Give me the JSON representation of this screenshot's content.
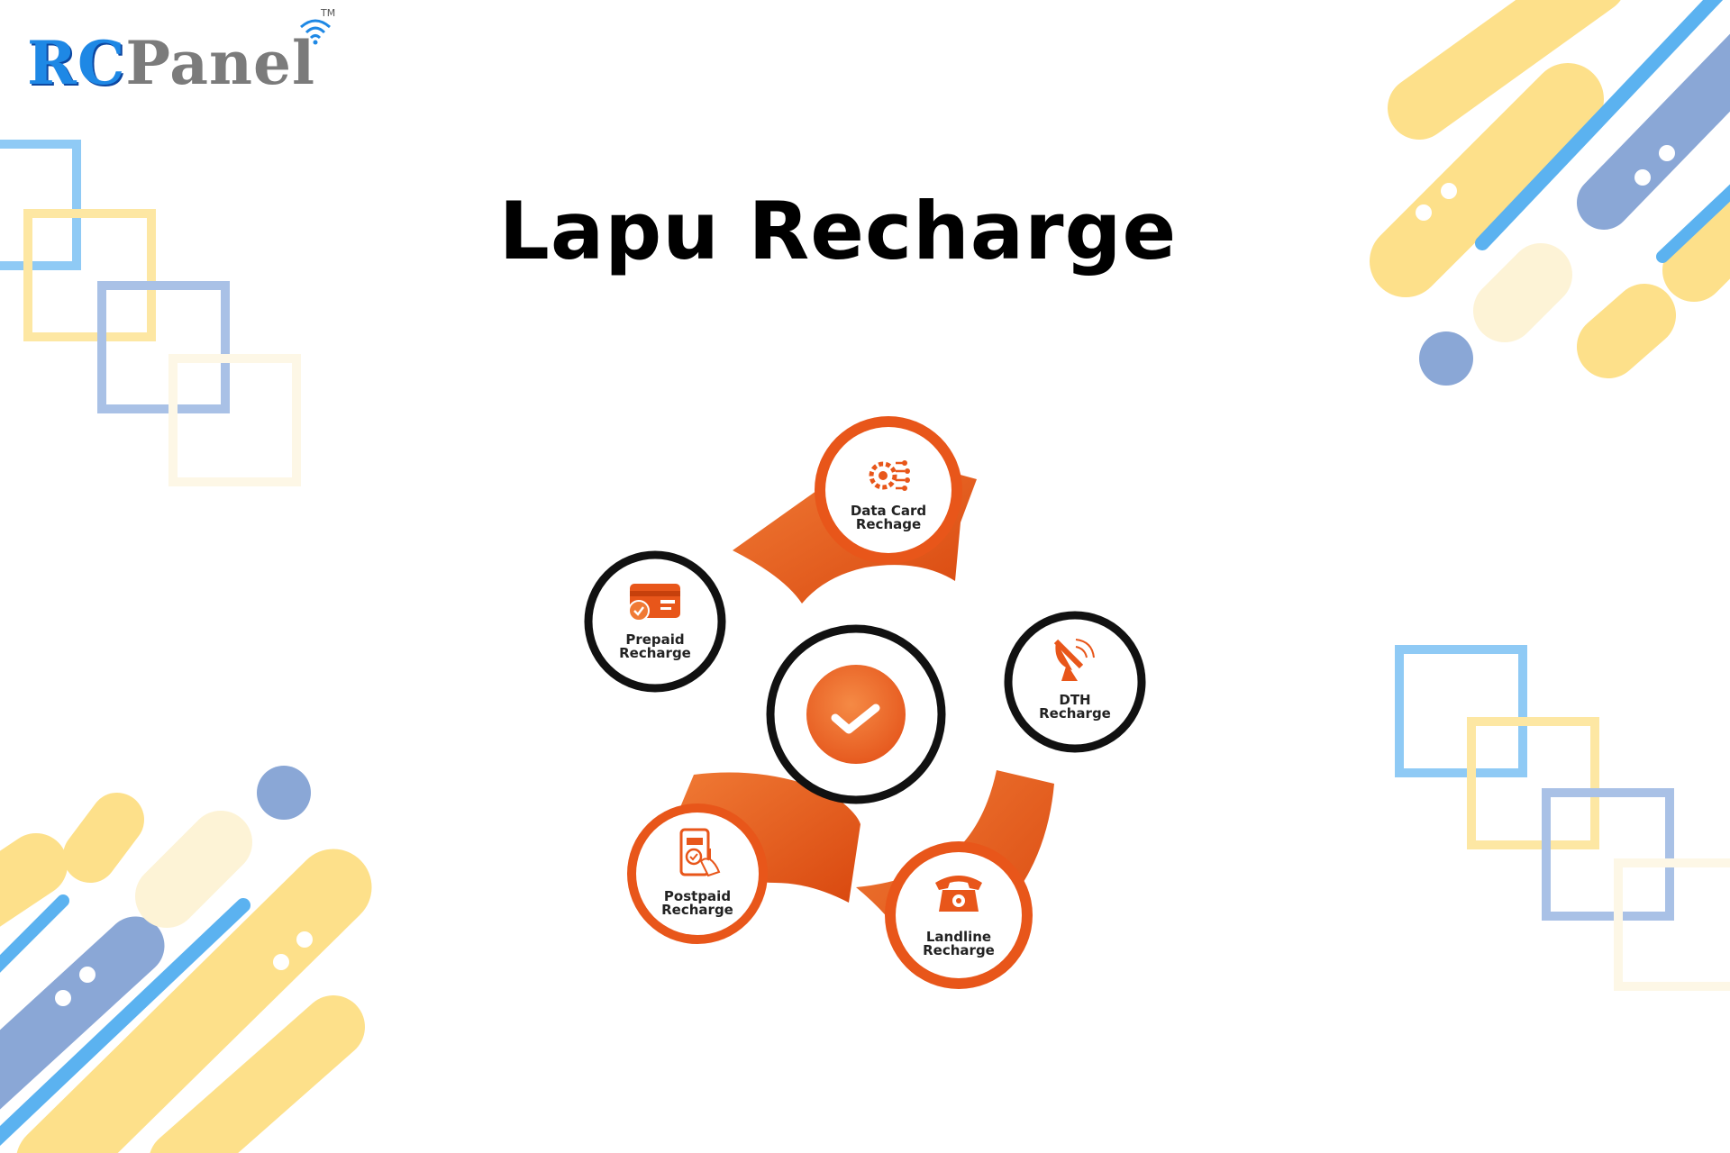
{
  "brand": {
    "logo_text_part1": "RC",
    "logo_text_part2": "Panel",
    "trademark": "TM"
  },
  "title": "Lapu Recharge",
  "diagram": {
    "nodes": [
      {
        "line1": "Data Card",
        "line2": "Rechage",
        "icon": "gear-circuit-icon"
      },
      {
        "line1": "Prepaid",
        "line2": "Recharge",
        "icon": "credit-card-icon"
      },
      {
        "line1": "DTH",
        "line2": "Recharge",
        "icon": "satellite-dish-icon"
      },
      {
        "line1": "Postpaid",
        "line2": "Recharge",
        "icon": "phone-bill-icon"
      },
      {
        "line1": "Landline",
        "line2": "Recharge",
        "icon": "telephone-icon"
      }
    ],
    "center_icon": "checkmark-icon"
  },
  "colors": {
    "accent_orange": "#e8561a",
    "accent_orange_light": "#f07a35",
    "deco_yellow": "#fde08a",
    "deco_blue": "#5bb2f0",
    "deco_slate": "#8aa7d6",
    "ring_black": "#111111"
  }
}
